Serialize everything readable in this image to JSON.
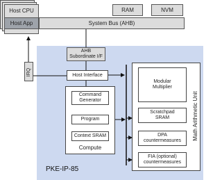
{
  "host": {
    "cpu_label": "Host CPU",
    "app_label": "Host App"
  },
  "system_bus_label": "System Bus (AHB)",
  "ram_label": "RAM",
  "nvm_label": "NVM",
  "irq_label": "IRQ",
  "ahb_interface_label": "AHB\nSubordinate I/F",
  "host_interface_label": "Host Interface",
  "compute": {
    "label": "Compute",
    "items": [
      "Command\nGenerator",
      "Program",
      "Context SRAM"
    ]
  },
  "math_unit": {
    "label": "Math Arithmetic Unit",
    "items": [
      "Modular\nMultiplier",
      "Scratchpad\nSRAM",
      "DPA\ncountermeasures",
      "FIA (optional)\ncountermeasures"
    ]
  },
  "ip_label": "PKE-IP-85",
  "colors": {
    "ip_region_fill": "#cdd9f0",
    "block_gray": "#dcdcdc"
  }
}
